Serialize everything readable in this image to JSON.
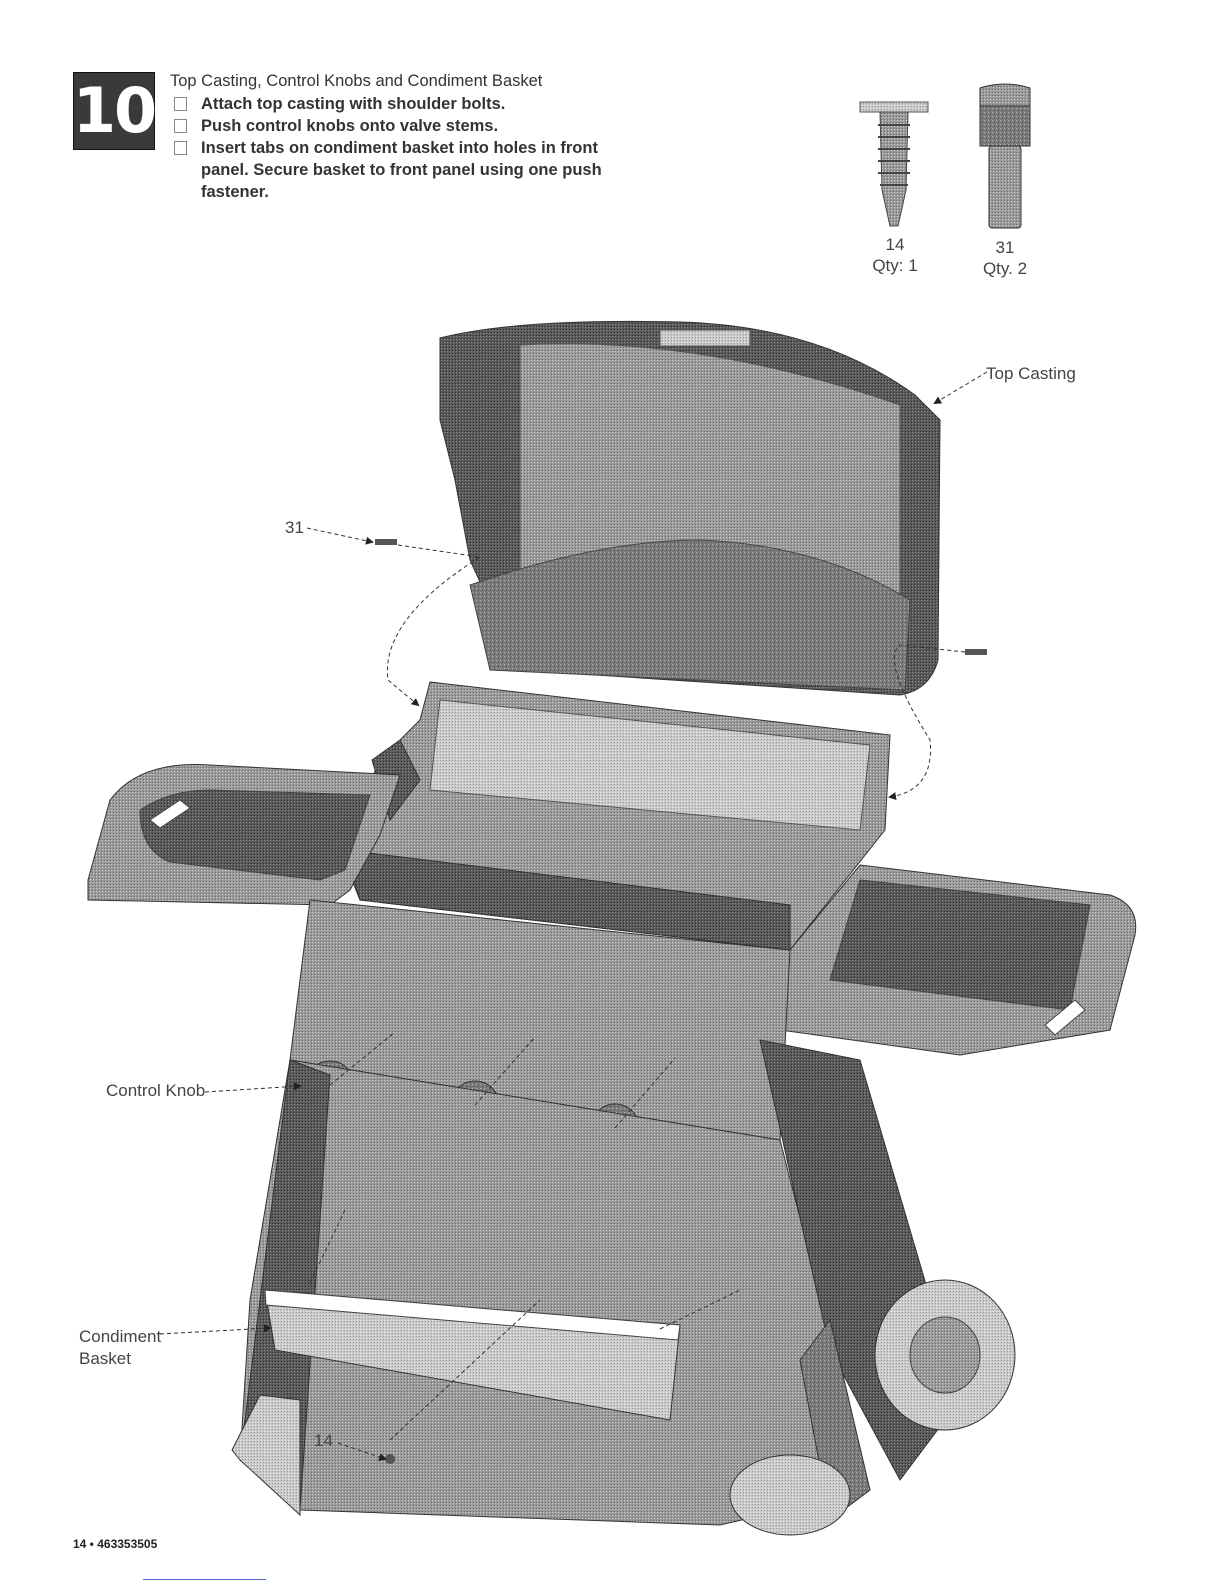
{
  "step": {
    "number": "10"
  },
  "instructions": {
    "title": "Top Casting, Control Knobs and Condiment Basket",
    "steps": [
      {
        "text": "Attach top casting with shoulder bolts."
      },
      {
        "text": "Push control knobs onto valve stems."
      },
      {
        "text": "Insert tabs on condiment basket into holes in front panel. Secure basket to front panel using one push fastener."
      }
    ]
  },
  "parts": [
    {
      "number": "14",
      "qty": "Qty: 1",
      "icon": "push-fastener-icon"
    },
    {
      "number": "31",
      "qty": "Qty. 2",
      "icon": "shoulder-bolt-icon"
    }
  ],
  "callouts": {
    "top_casting": "Top Casting",
    "bolt_31": "31",
    "control_knob": "Control Knob",
    "condiment_basket_line1": "Condiment",
    "condiment_basket_line2": "Basket",
    "fastener_14": "14"
  },
  "footer": {
    "text": "14 • 463353505"
  }
}
